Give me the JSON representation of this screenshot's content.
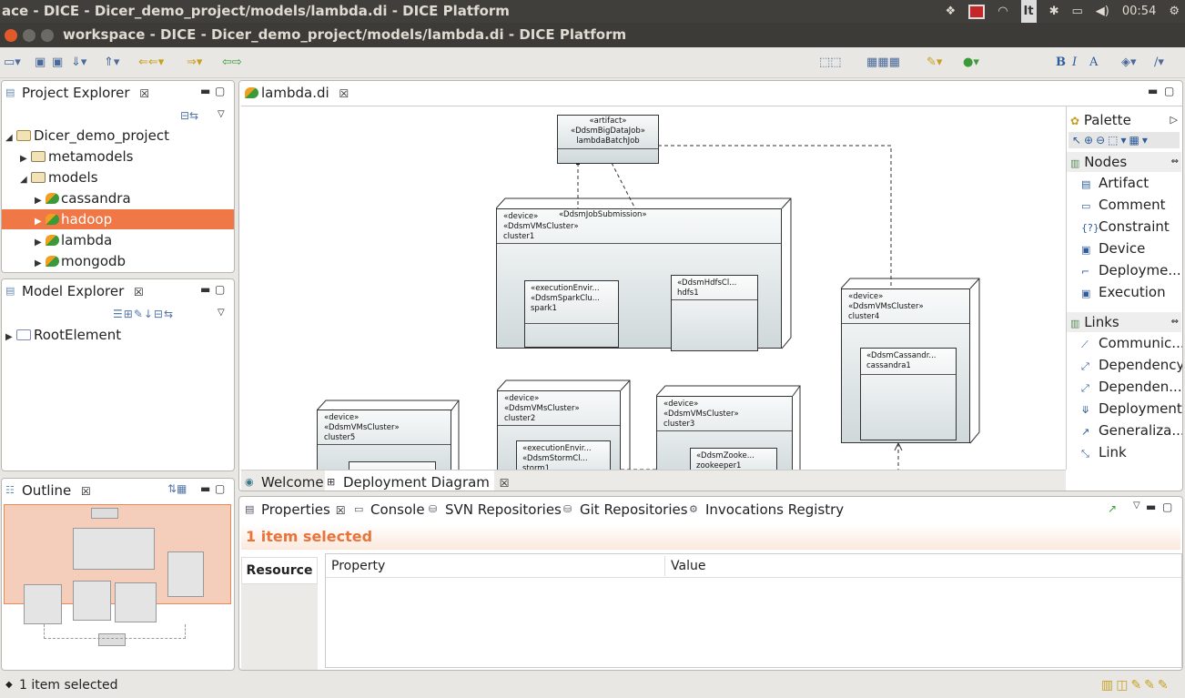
{
  "os_bar": {
    "title": "ace - DICE - Dicer_demo_project/models/lambda.di - DICE Platform",
    "keyboard": "It",
    "time": "00:54"
  },
  "window": {
    "title": "workspace - DICE - Dicer_demo_project/models/lambda.di - DICE Platform"
  },
  "toolbar": {
    "bold": "B",
    "italic": "I",
    "font_color": "A"
  },
  "project_explorer": {
    "title": "Project Explorer",
    "items": [
      {
        "label": "Dicer_demo_project"
      },
      {
        "label": "metamodels"
      },
      {
        "label": "models"
      },
      {
        "label": "cassandra"
      },
      {
        "label": "hadoop"
      },
      {
        "label": "lambda"
      },
      {
        "label": "mongodb"
      }
    ]
  },
  "model_explorer": {
    "title": "Model Explorer",
    "items": [
      {
        "label": "RootElement"
      }
    ]
  },
  "outline": {
    "title": "Outline"
  },
  "editor": {
    "tab": "lambda.di",
    "bottom_tabs": [
      {
        "label": "Welcome"
      },
      {
        "label": "Deployment Diagram"
      }
    ]
  },
  "diagram": {
    "artifact": {
      "l1": "«artifact»",
      "l2": "«DdsmBigDataJob»",
      "l3": "lambdaBatchJob"
    },
    "link_label": "«DdsmJobSubmission»",
    "cluster1": {
      "l1": "«device»",
      "l2": "«DdsmVMsCluster»",
      "l3": "cluster1"
    },
    "spark1": {
      "l1": "«executionEnvir...",
      "l2": "«DdsmSparkClu...",
      "l3": "spark1"
    },
    "hdfs1": {
      "l1": "«DdsmHdfsCl...",
      "l2": "hdfs1"
    },
    "cluster4": {
      "l1": "«device»",
      "l2": "«DdsmVMsCluster»",
      "l3": "cluster4"
    },
    "cassandra1": {
      "l1": "«DdsmCassandr...",
      "l2": "cassandra1"
    },
    "cluster5": {
      "l1": "«device»",
      "l2": "«DdsmVMsCluster»",
      "l3": "cluster5"
    },
    "cluster2": {
      "l1": "«device»",
      "l2": "«DdsmVMsCluster»",
      "l3": "cluster2"
    },
    "storm1": {
      "l1": "«executionEnvir...",
      "l2": "«DdsmStormCl...",
      "l3": "storm1"
    },
    "cluster3": {
      "l1": "«device»",
      "l2": "«DdsmVMsCluster»",
      "l3": "cluster3"
    },
    "zookeeper1": {
      "l1": "«DdsmZooke...",
      "l2": "zookeeper1"
    }
  },
  "palette": {
    "title": "Palette",
    "nodes_title": "Nodes",
    "nodes": [
      {
        "label": "Artifact"
      },
      {
        "label": "Comment"
      },
      {
        "label": "Constraint"
      },
      {
        "label": "Device"
      },
      {
        "label": "Deployme..."
      },
      {
        "label": "Execution"
      }
    ],
    "links_title": "Links",
    "links": [
      {
        "label": "Communic..."
      },
      {
        "label": "Dependency"
      },
      {
        "label": "Dependen..."
      },
      {
        "label": "Deployment"
      },
      {
        "label": "Generaliza..."
      },
      {
        "label": "Link"
      }
    ]
  },
  "properties": {
    "tabs": [
      {
        "label": "Properties"
      },
      {
        "label": "Console"
      },
      {
        "label": "SVN Repositories"
      },
      {
        "label": "Git Repositories"
      },
      {
        "label": "Invocations Registry"
      }
    ],
    "selection": "1 item selected",
    "side_tab": "Resource",
    "col_property": "Property",
    "col_value": "Value"
  },
  "status": {
    "text": "1 item selected"
  },
  "colors": {
    "selection": "#f07846",
    "accent_text": "#e8743b",
    "outline_view": "#f4c5b0"
  }
}
